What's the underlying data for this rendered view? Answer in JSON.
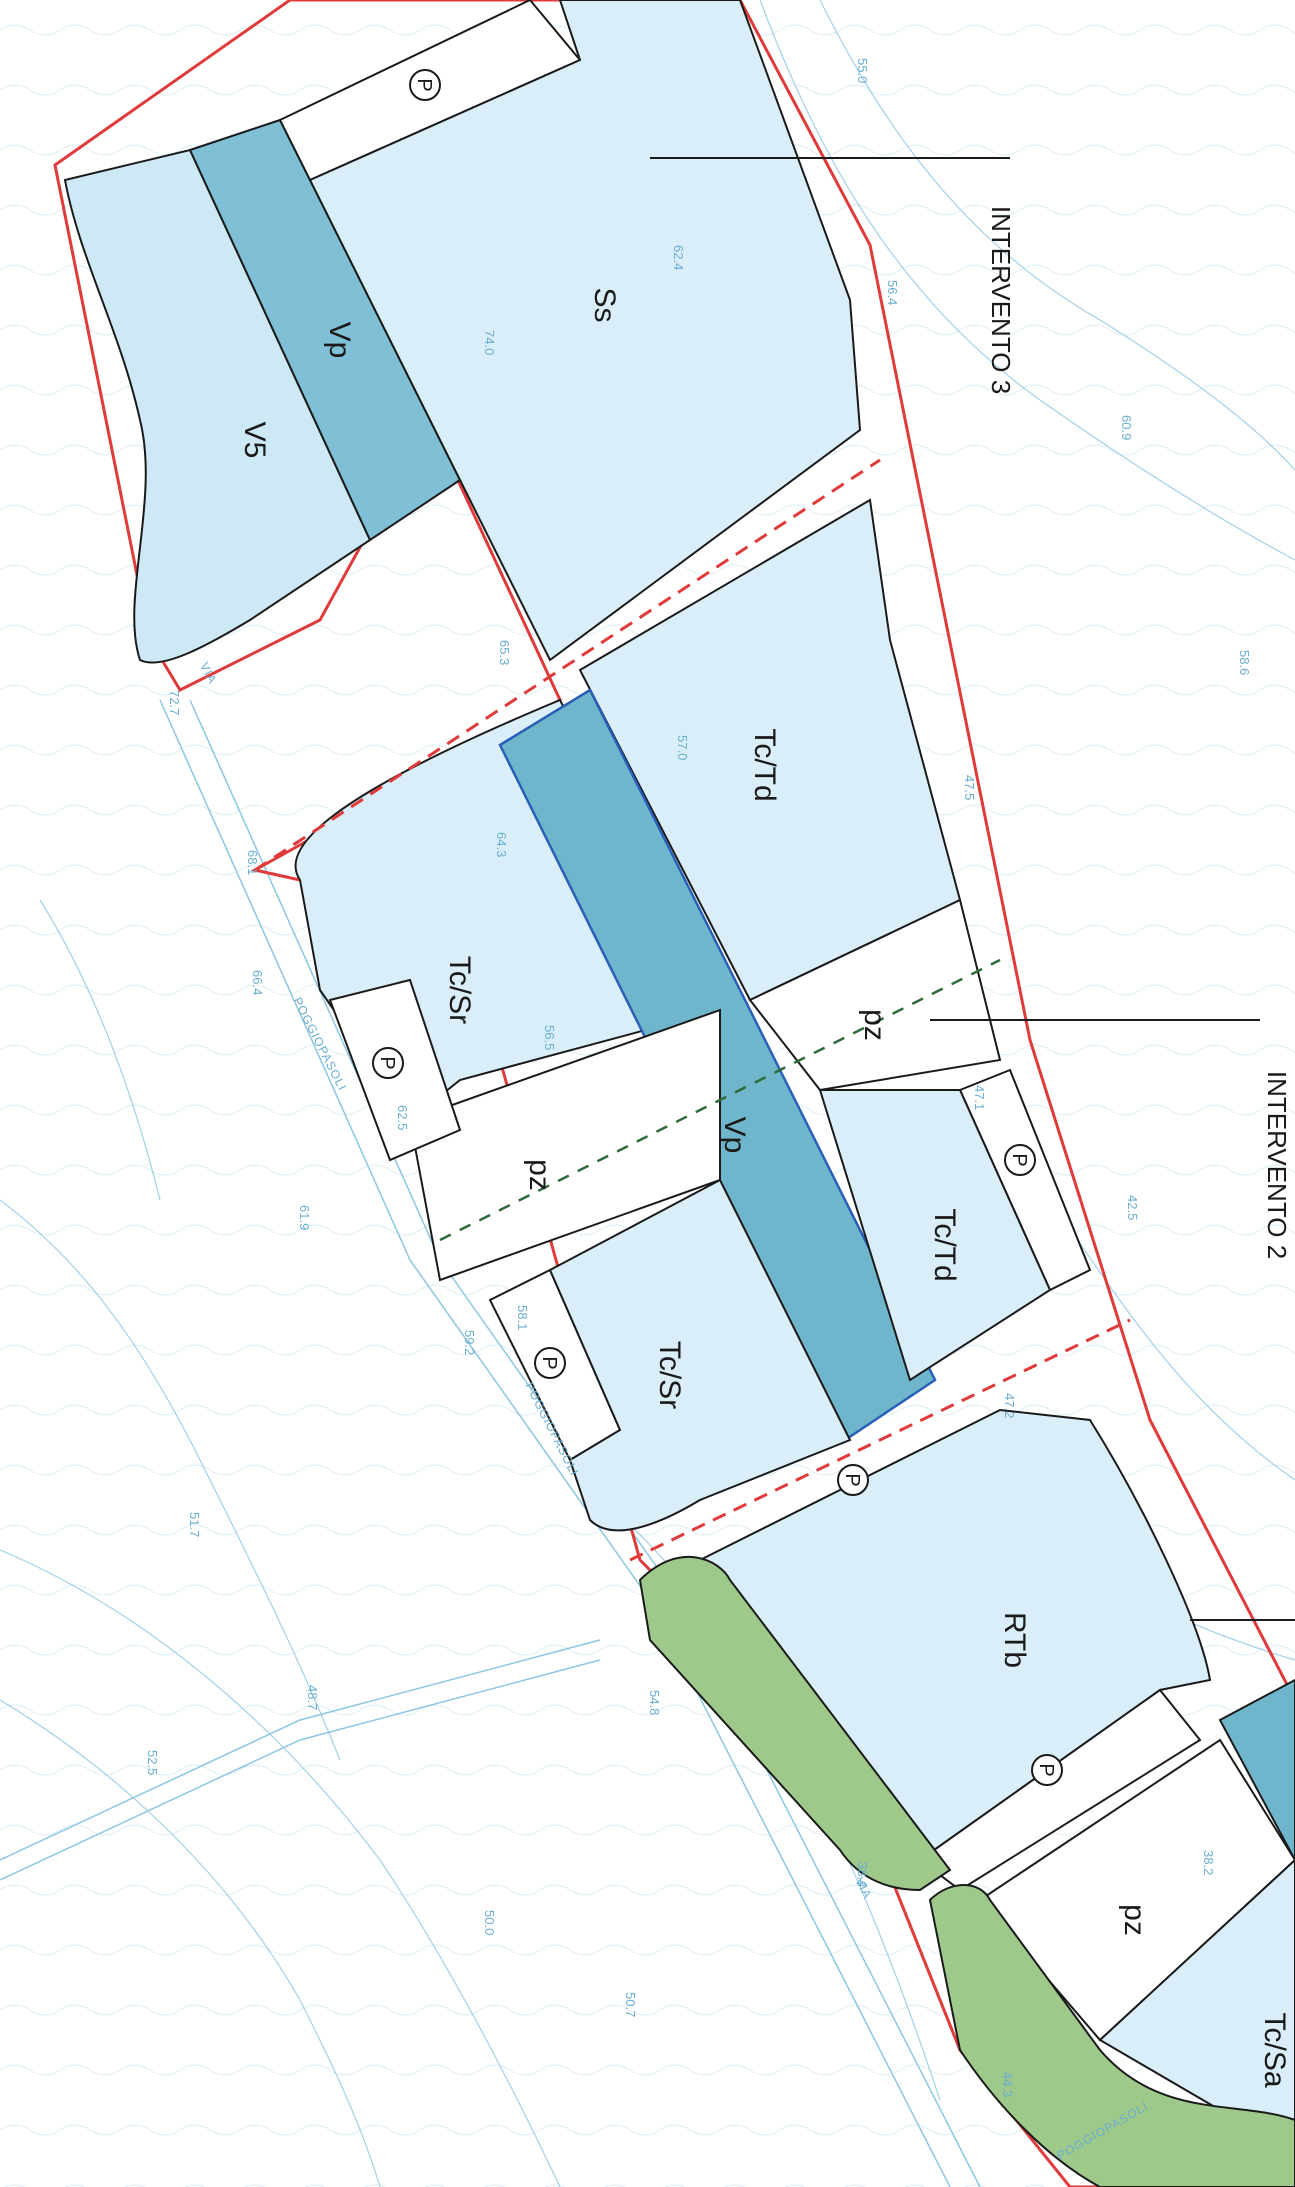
{
  "labels": {
    "intervento_3": "INTERVENTO 3",
    "intervento_2": "INTERVENTO 2"
  },
  "zones": {
    "vp": "Vp",
    "v5": "V5",
    "ss": "Ss",
    "tc_td": "Tc/Td",
    "tc_sr": "Tc/Sr",
    "pz": "pz",
    "rtb": "RTb",
    "tc_sa": "Tc/Sa",
    "parking": "P"
  },
  "road_name": "POGGIOPASOLI",
  "road_prefix": "VIA",
  "elevations": [
    "55.0",
    "60.9",
    "58.6",
    "47.5",
    "42.5",
    "47.2",
    "38.2",
    "44.3",
    "50.7",
    "50.0",
    "52.5",
    "48.7",
    "51.7",
    "61.9",
    "59.2",
    "54.8",
    "58.1",
    "65.3",
    "72.7",
    "74.0",
    "62.4",
    "56.4",
    "57.0",
    "64.3",
    "56.5",
    "47.1",
    "68.1",
    "66.4",
    "62.5",
    "38.4"
  ],
  "colors": {
    "zone_light": "#d9eef8",
    "zone_green_space": "#9fd0e6",
    "zone_vp": "#6fb6cc",
    "zone_green": "#9fc98a",
    "boundary": "#e03a3a",
    "outline": "#1a1a1a",
    "contour": "#8cc6e3",
    "dashed_green": "#2e6b3a"
  }
}
